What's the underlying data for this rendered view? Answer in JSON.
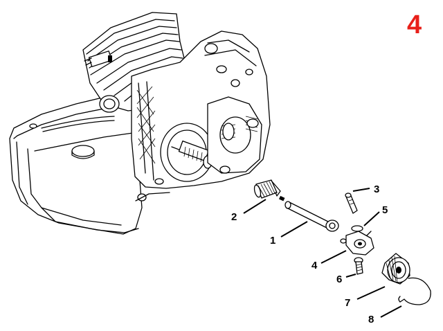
{
  "page_number": "4",
  "accent_color": "#e8201a",
  "callouts": [
    {
      "id": "1"
    },
    {
      "id": "2"
    },
    {
      "id": "3"
    },
    {
      "id": "4"
    },
    {
      "id": "5"
    },
    {
      "id": "6"
    },
    {
      "id": "7"
    },
    {
      "id": "8"
    }
  ]
}
